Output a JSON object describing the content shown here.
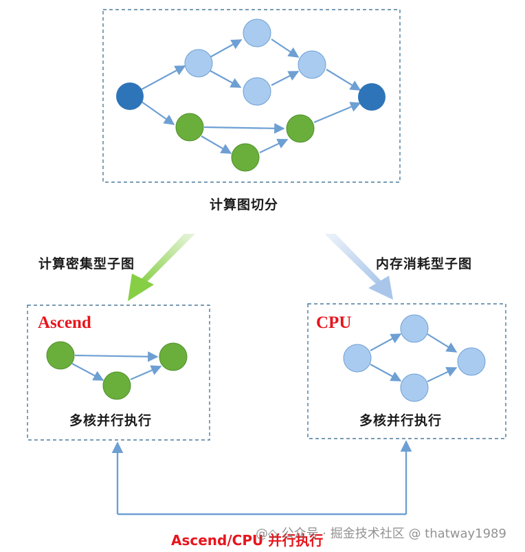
{
  "diagram": {
    "top_caption": "计算图切分",
    "left_branch_label": "计算密集型子图",
    "right_branch_label": "内存消耗型子图",
    "left_box": {
      "processor": "Ascend",
      "caption": "多核并行执行"
    },
    "right_box": {
      "processor": "CPU",
      "caption": "多核并行执行"
    },
    "bottom_caption": "Ascend/CPU 并行执行"
  },
  "watermark": "@◇ 公众号 · 掘金技术社区 @ thatway1989",
  "colors": {
    "dark_blue": "#2e74b8",
    "light_blue": "#a9cbef",
    "green": "#6aaf3c",
    "arrow_blue": "#6d9fd3",
    "box_border": "#4a7a9b",
    "accent_red": "#e8141c"
  }
}
